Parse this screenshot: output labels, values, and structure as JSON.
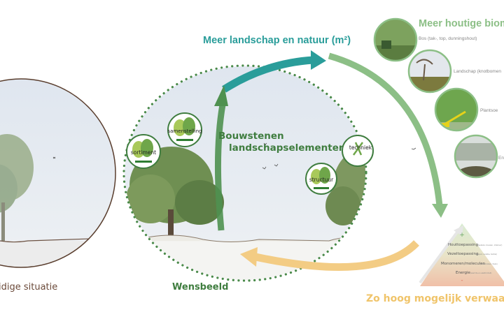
{
  "current_situation": {
    "label": "idige situatie"
  },
  "vision": {
    "label": "Wensbeeld"
  },
  "building_blocks": {
    "title_line1": "Bouwstenen",
    "title_line2": "landschapselementen",
    "icons": [
      {
        "label": "sortiment"
      },
      {
        "label": "samenstelling"
      },
      {
        "label": "structuur"
      },
      {
        "label": "techniek"
      }
    ]
  },
  "arrows": {
    "landscape": "Meer landschap en natuur (m²)",
    "biomass": "Meer houtige biomass",
    "valorise": "Zo hoog mogelijk verwaarden (€ -"
  },
  "biomass_sources": [
    {
      "label": "Bos (tak-, top, dunningshout)"
    },
    {
      "label": "Landschap (knotbomen"
    },
    {
      "label": "Plantsoe"
    },
    {
      "label": "En"
    }
  ],
  "pyramid": {
    "plus": "+",
    "minus": "-",
    "levels": [
      {
        "label": "Houttoepassing",
        "note": "(meubels, bouwen, interieur)"
      },
      {
        "label": "Vezeltoepassing",
        "note": "(papier, isolatie, textiel)"
      },
      {
        "label": "Monomeren/moleculen",
        "note": "(chemicalien, fuels)"
      },
      {
        "label": "Energie",
        "note": "(warmte en elektriciteit)"
      }
    ]
  },
  "colors": {
    "teal": "#2a9d9a",
    "light_green": "#8cbf86",
    "dark_green": "#3f7d3f",
    "yellow": "#f3cc84",
    "brown": "#5a3e2e"
  }
}
